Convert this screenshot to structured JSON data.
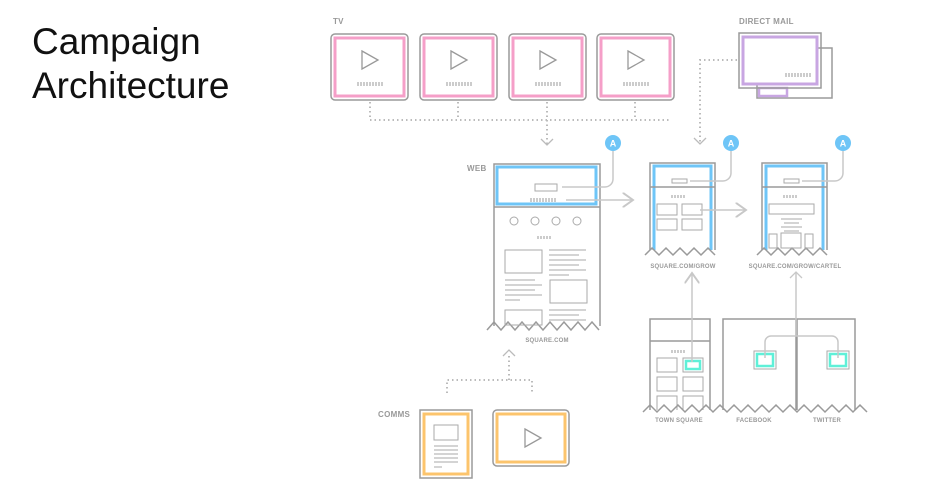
{
  "title": {
    "line1": "Campaign",
    "line2": "Architecture"
  },
  "labels": {
    "tv": "TV",
    "direct_mail": "DIRECT MAIL",
    "web": "WEB",
    "comms": "COMMS",
    "square_com": "SQUARE.COM",
    "grow": "SQUARE.COM/GROW",
    "cartel": "SQUARE.COM/GROW/CARTEL",
    "town_square": "TOWN SQUARE",
    "facebook": "FACEBOOK",
    "twitter": "TWITTER"
  },
  "badges": [
    "A",
    "A",
    "A"
  ],
  "colors": {
    "tv": "#f59fc8",
    "direct_mail": "#c8a6e2",
    "web": "#6ec5f7",
    "social": "#5ff0d8",
    "comms": "#fcc46c",
    "outline": "#9a9a9a",
    "badge": "#6ec5f7"
  }
}
